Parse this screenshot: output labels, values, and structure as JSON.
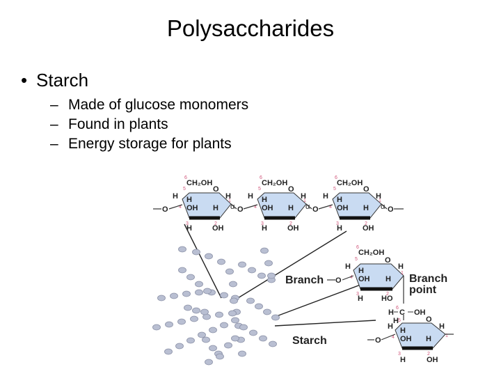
{
  "slide": {
    "title": "Polysaccharides",
    "bullet": "Starch",
    "subpoints": [
      "Made of glucose monomers",
      "Found in plants",
      "Energy storage for plants"
    ]
  },
  "diagram": {
    "labels": {
      "branch": "Branch",
      "branch_point_1": "Branch",
      "branch_point_2": "point",
      "starch": "Starch",
      "alpha": "α",
      "ring_o": "O",
      "bridge_o": "O",
      "h": "H",
      "oh": "OH",
      "ho": "HO",
      "ch2oh": "CH₂OH",
      "ch2": "CH₂",
      "c": "C",
      "n1": "1",
      "n2": "2",
      "n3": "3",
      "n4": "4",
      "n5": "5",
      "n6": "6"
    }
  }
}
